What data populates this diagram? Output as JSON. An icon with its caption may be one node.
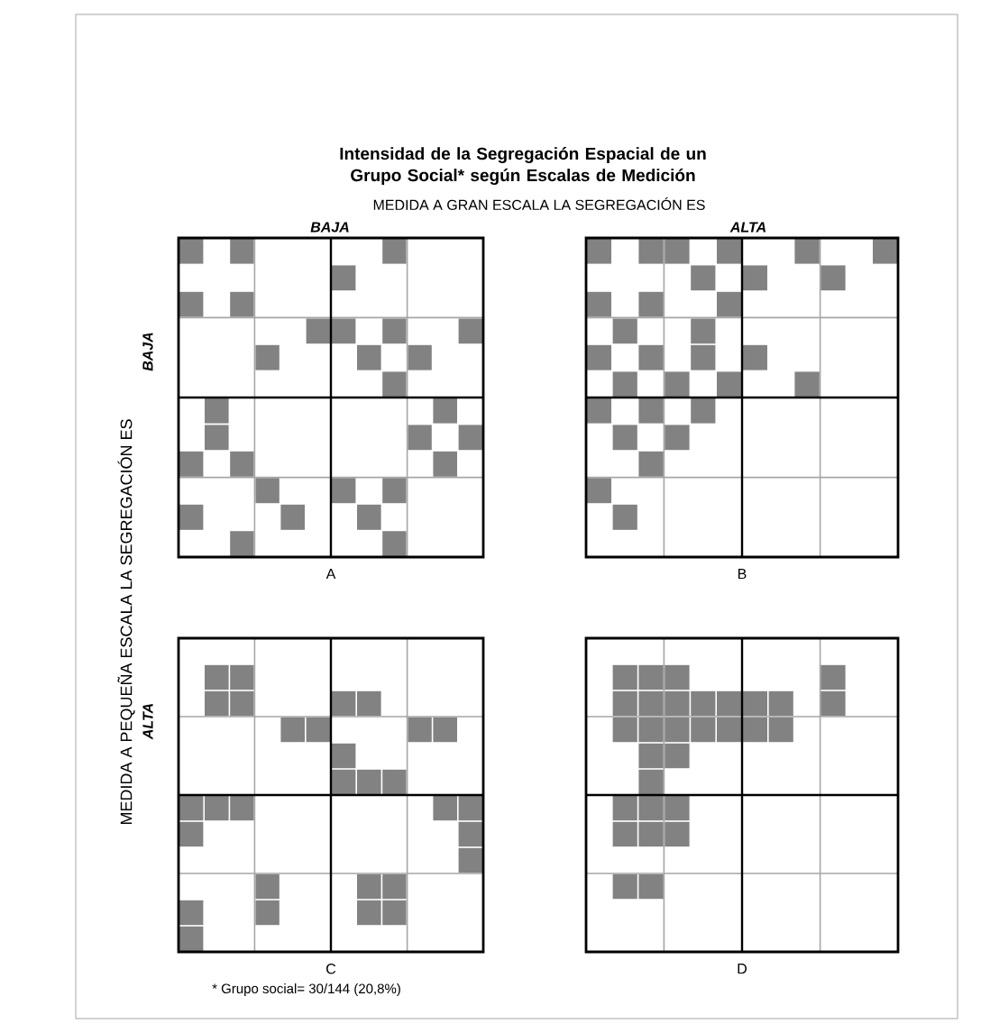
{
  "diagram": {
    "title": "Intensidad de la Segregación Espacial de un Grupo Social* según Escalas de Medición",
    "nodes": [
      {
        "text": [
          "A"
        ]
      },
      {
        "text": [
          "B"
        ]
      },
      {
        "text": [
          "C"
        ]
      },
      {
        "text": [
          "D"
        ]
      }
    ],
    "labels": [
      "MEDIDA A GRAN ESCALA LA SEGREGACIÓN ES",
      "BAJA",
      "ALTA",
      "MEDIDA A PEQUEÑA ESCALA LA SEGREGACIÓN ES",
      "BAJA",
      "ALTA",
      "*   Grupo social= 30/144  (20,8%)"
    ]
  }
}
